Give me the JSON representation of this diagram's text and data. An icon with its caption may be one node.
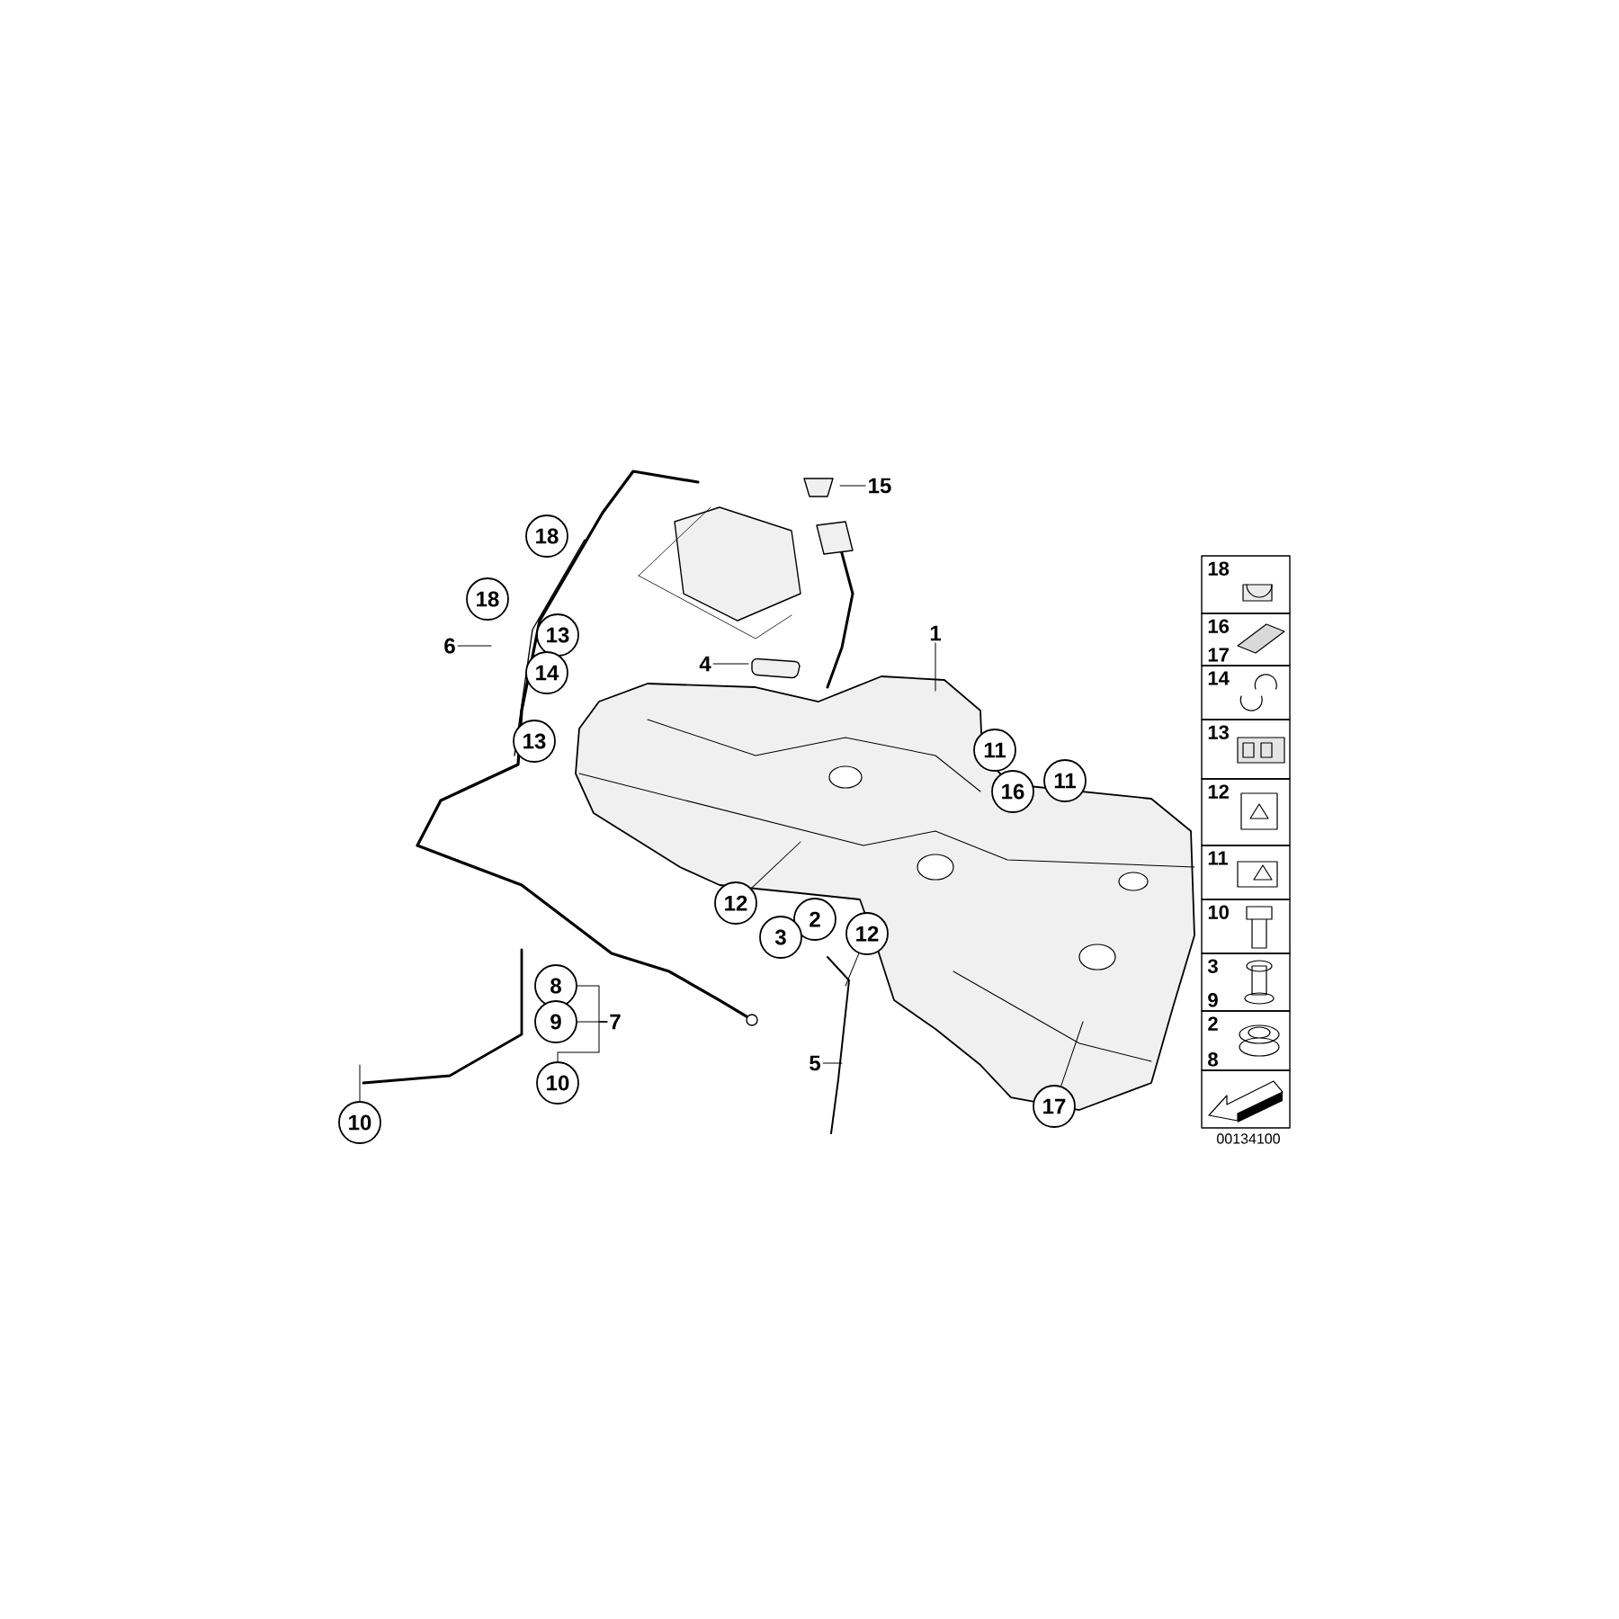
{
  "diagram": {
    "nodes": [
      {
        "text": [
          "15"
        ]
      },
      {
        "text": [
          "18"
        ]
      },
      {
        "text": [
          "18"
        ]
      },
      {
        "text": [
          "1"
        ]
      },
      {
        "text": [
          "13"
        ]
      },
      {
        "text": [
          "6"
        ]
      },
      {
        "text": [
          "4"
        ]
      },
      {
        "text": [
          "14"
        ]
      },
      {
        "text": [
          "13"
        ]
      },
      {
        "text": [
          "11"
        ]
      },
      {
        "text": [
          "11"
        ]
      },
      {
        "text": [
          "16"
        ]
      },
      {
        "text": [
          "12"
        ]
      },
      {
        "text": [
          "2"
        ]
      },
      {
        "text": [
          "12"
        ]
      },
      {
        "text": [
          "3"
        ]
      },
      {
        "text": [
          "8"
        ]
      },
      {
        "text": [
          "9"
        ]
      },
      {
        "text": [
          "7"
        ]
      },
      {
        "text": [
          "5"
        ]
      },
      {
        "text": [
          "10"
        ]
      },
      {
        "text": [
          "17"
        ]
      },
      {
        "text": [
          "10"
        ]
      },
      {
        "text": [
          "18"
        ]
      },
      {
        "text": [
          "16",
          "17"
        ]
      },
      {
        "text": [
          "14"
        ]
      },
      {
        "text": [
          "13"
        ]
      },
      {
        "text": [
          "12"
        ]
      },
      {
        "text": [
          "11"
        ]
      },
      {
        "text": [
          "10"
        ]
      },
      {
        "text": [
          "3",
          "9"
        ]
      },
      {
        "text": [
          "2",
          "8"
        ]
      },
      {
        "text": [],
        "shape": "box"
      }
    ],
    "edges": [
      {
        "from": 0,
        "to": null,
        "arrow": "none"
      },
      {
        "from": 3,
        "to": null,
        "arrow": "none"
      },
      {
        "from": 5,
        "to": null,
        "arrow": "none"
      },
      {
        "from": 6,
        "to": null,
        "arrow": "none"
      },
      {
        "from": 19,
        "to": null,
        "arrow": "none"
      },
      {
        "from": 18,
        "to": 16,
        "arrow": "none"
      },
      {
        "from": 18,
        "to": 17,
        "arrow": "none"
      },
      {
        "from": 18,
        "to": 20,
        "arrow": "none"
      },
      {
        "from": 12,
        "to": null,
        "arrow": "none"
      },
      {
        "from": 14,
        "to": null,
        "arrow": "none"
      },
      {
        "from": 21,
        "to": null,
        "arrow": "none"
      },
      {
        "from": 22,
        "to": null,
        "arrow": "none"
      }
    ],
    "labels": [
      "00134100"
    ]
  }
}
